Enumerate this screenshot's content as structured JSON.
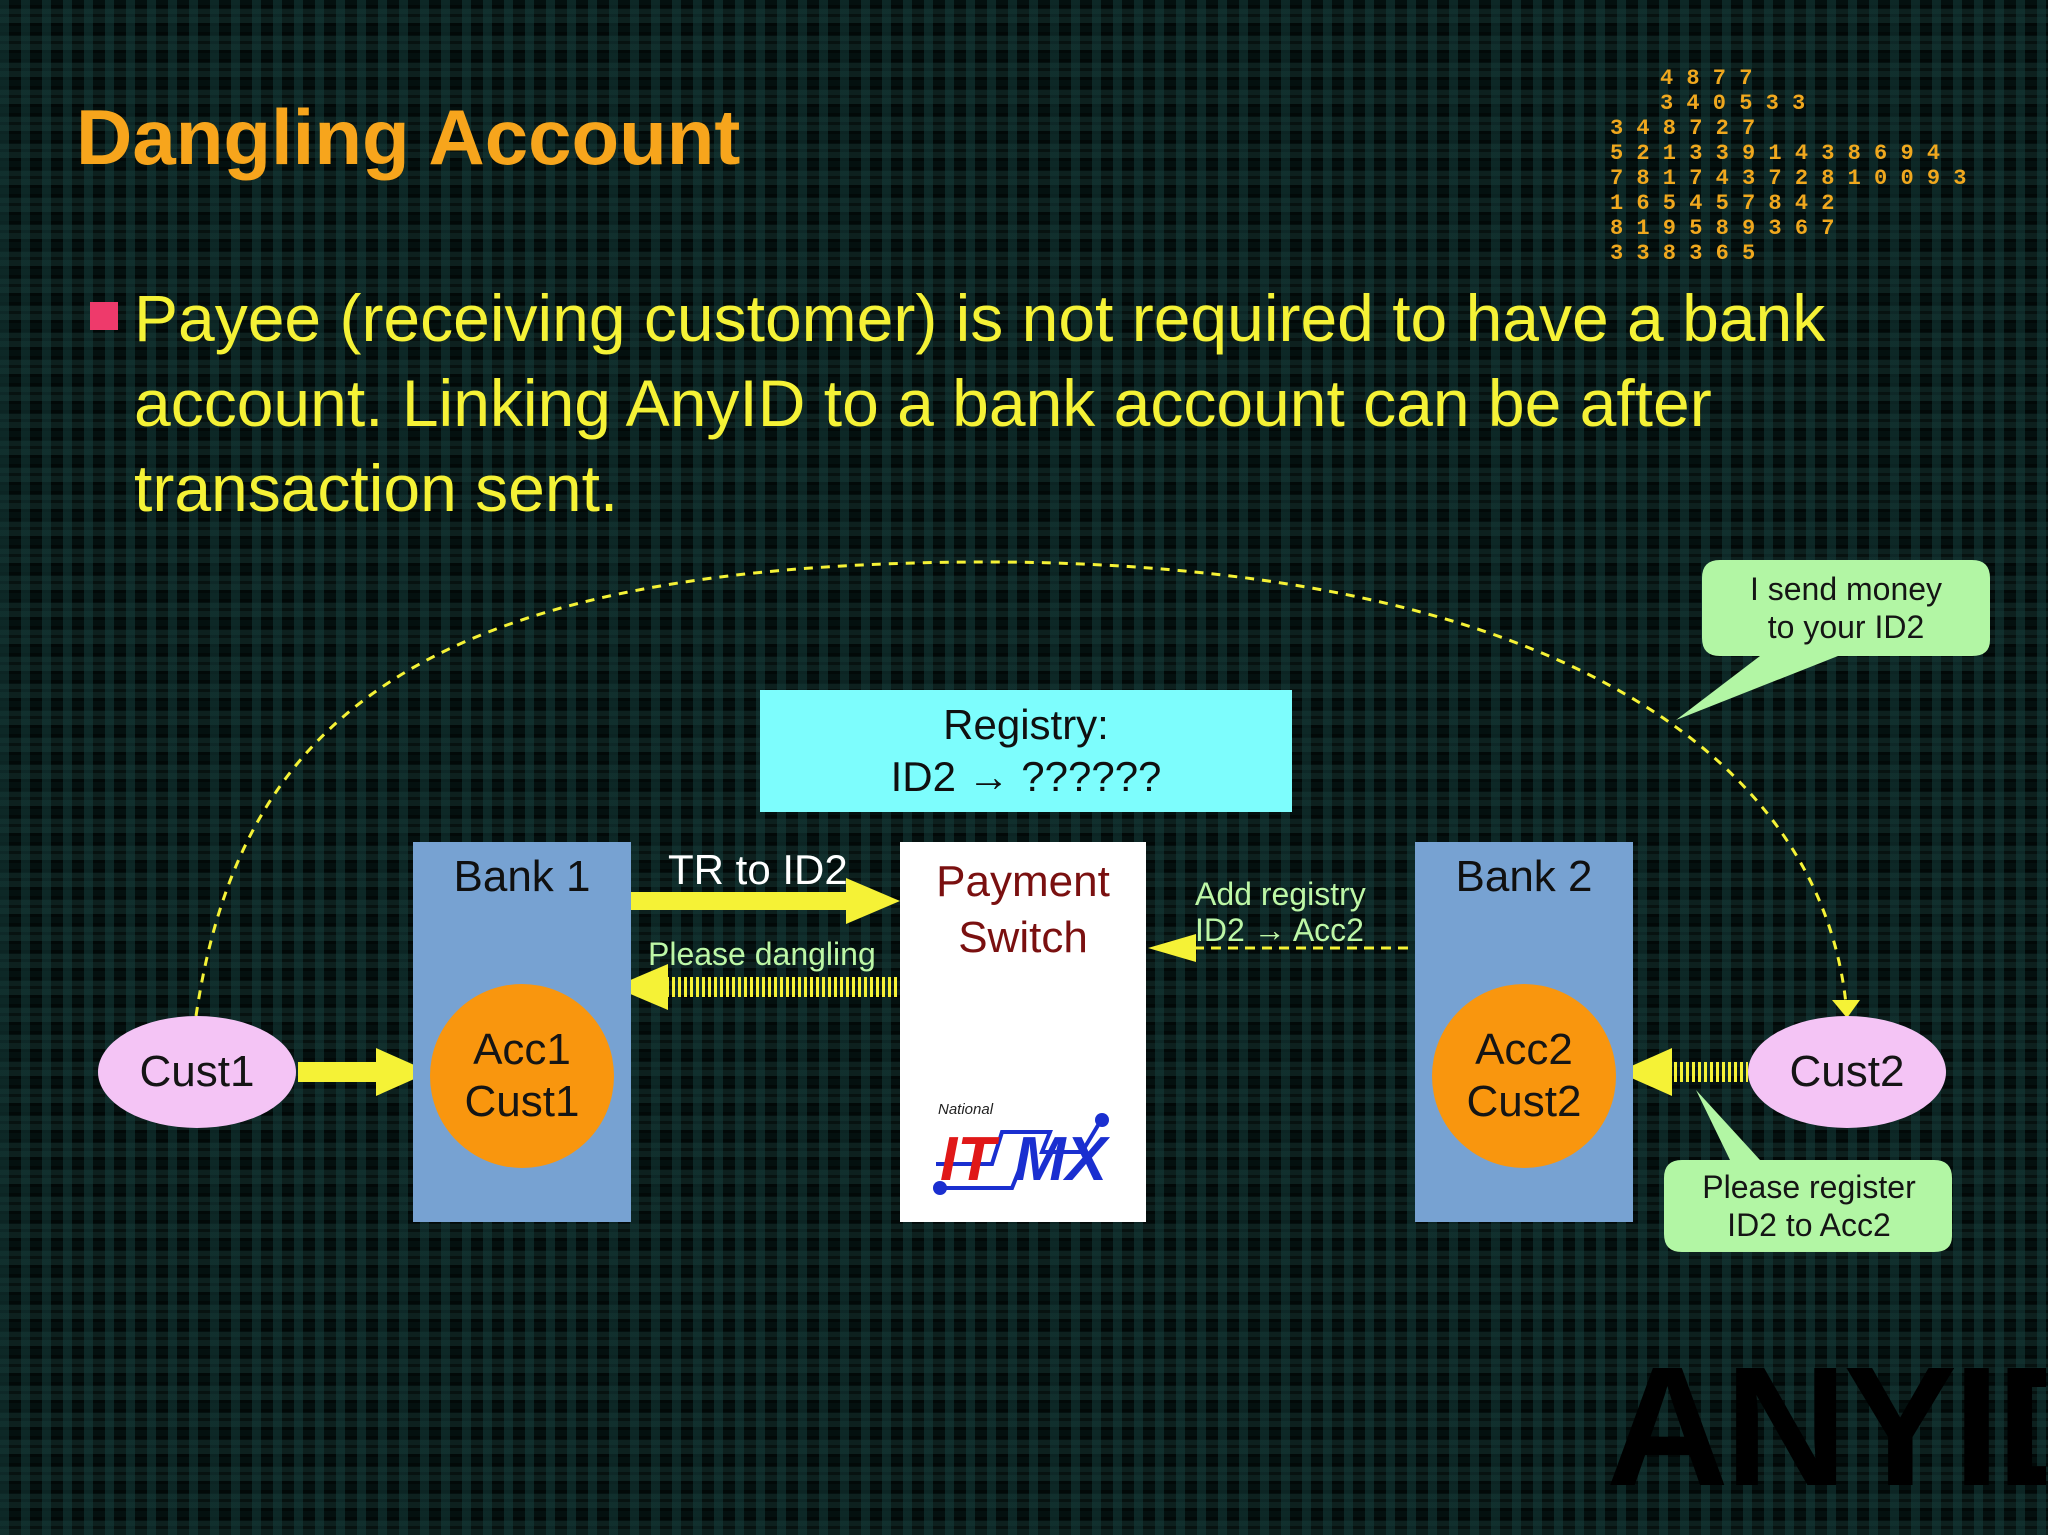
{
  "title": "Dangling Account",
  "bullet": "Payee (receiving customer) is not required to have a bank account. Linking AnyID to a bank account can be after transaction sent.",
  "colors": {
    "title": "#f7a51c",
    "bullet_text": "#f5f236",
    "bullet_marker": "#ee3a6b",
    "registry": "#7dfdfd",
    "bank": "#77a2d2",
    "account_circle": "#f9960e",
    "customer": "#f4c4f5",
    "callout": "#b2f6a4",
    "arrow": "#f5f236",
    "switch_text": "#7a1010"
  },
  "diagram": {
    "registry": {
      "line1": "Registry:",
      "line2": "ID2 → ??????"
    },
    "bank1": {
      "label": "Bank 1",
      "acc_line1": "Acc1",
      "acc_line2": "Cust1"
    },
    "bank2": {
      "label": "Bank 2",
      "acc_line1": "Acc2",
      "acc_line2": "Cust2"
    },
    "switch": {
      "line1": "Payment",
      "line2": "Switch",
      "logo_small": "National",
      "logo_it": "IT",
      "logo_mx": "MX"
    },
    "cust1": "Cust1",
    "cust2": "Cust2",
    "arrows": {
      "tr_to_id2": "TR to ID2",
      "please_dangling": "Please dangling",
      "add_registry_line1": "Add registry",
      "add_registry_line2": "ID2 → Acc2"
    },
    "callout_top": {
      "line1": "I send money",
      "line2": "to your ID2"
    },
    "callout_bottom": {
      "line1": "Please register",
      "line2": "ID2 to Acc2"
    }
  },
  "corner_logo": "ANYID",
  "decor_digits": [
    "4 8 7 7",
    "3 4 0 5 3 3",
    "3 4 8   7 2 7",
    "5 2 1   3 3 9 1 4 3 8 6 9 4",
    "7 8 1   7 4 3 7 2 8 1 0 0 9 3",
    "1 6 5   4 5 7   8 4 2",
    "8 1 9 5 8 9   3 6 7",
    "3 3 8 3   6 5"
  ]
}
